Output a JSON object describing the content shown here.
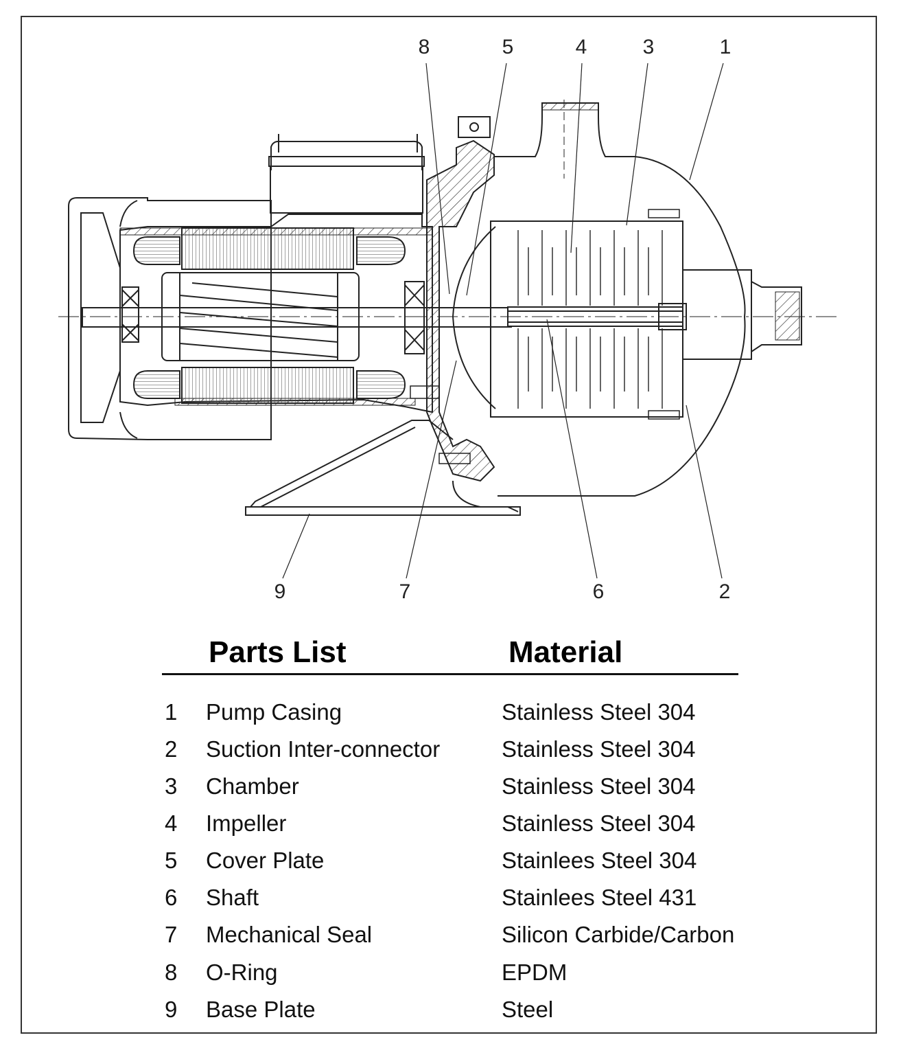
{
  "drawing": {
    "title": "Multistage centrifugal pump cross-section",
    "callouts_top": [
      "8",
      "5",
      "4",
      "3",
      "1"
    ],
    "callouts_bottom": [
      "9",
      "7",
      "6",
      "2"
    ]
  },
  "table": {
    "header_parts": "Parts List",
    "header_material": "Material",
    "rows": [
      {
        "num": "1",
        "part": "Pump Casing",
        "material": "Stainless Steel 304"
      },
      {
        "num": "2",
        "part": "Suction Inter-connector",
        "material": "Stainless Steel 304"
      },
      {
        "num": "3",
        "part": "Chamber",
        "material": "Stainless Steel 304"
      },
      {
        "num": "4",
        "part": "Impeller",
        "material": "Stainless Steel 304"
      },
      {
        "num": "5",
        "part": "Cover Plate",
        "material": "Stainlees Steel 304"
      },
      {
        "num": "6",
        "part": "Shaft",
        "material": "Stainlees Steel 431"
      },
      {
        "num": "7",
        "part": "Mechanical Seal",
        "material": "Silicon Carbide/Carbon"
      },
      {
        "num": "8",
        "part": "O-Ring",
        "material": "EPDM"
      },
      {
        "num": "9",
        "part": "Base Plate",
        "material": "Steel"
      }
    ]
  }
}
